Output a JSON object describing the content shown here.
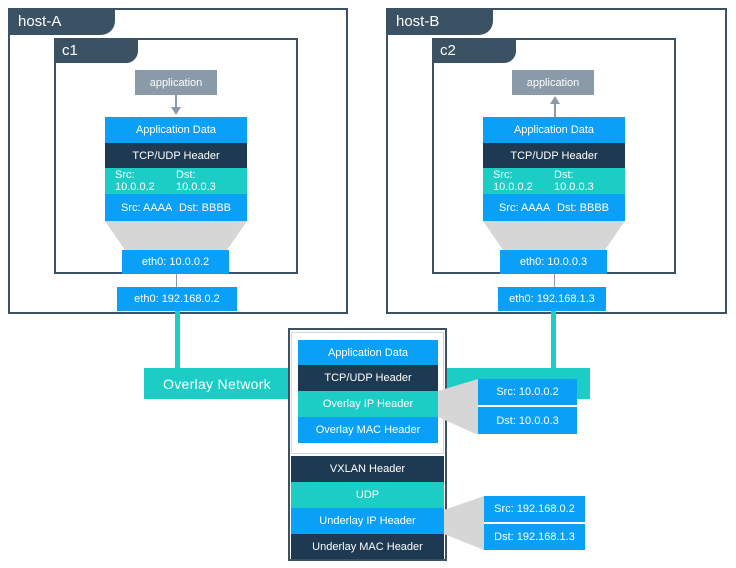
{
  "hostA": {
    "title": "host-A",
    "container": {
      "title": "c1",
      "app_label": "application",
      "stack": {
        "app_data": "Application Data",
        "tcp_udp": "TCP/UDP Header",
        "ip_src": "Src: 10.0.0.2",
        "ip_dst": "Dst: 10.0.0.3",
        "mac_src": "Src: AAAA",
        "mac_dst": "Dst: BBBB"
      },
      "eth0": "eth0: 10.0.0.2"
    },
    "eth0": "eth0: 192.168.0.2"
  },
  "hostB": {
    "title": "host-B",
    "container": {
      "title": "c2",
      "app_label": "application",
      "stack": {
        "app_data": "Application Data",
        "tcp_udp": "TCP/UDP Header",
        "ip_src": "Src: 10.0.0.2",
        "ip_dst": "Dst: 10.0.0.3",
        "mac_src": "Src: AAAA",
        "mac_dst": "Dst: BBBB"
      },
      "eth0": "eth0: 10.0.0.3"
    },
    "eth0": "eth0: 192.168.1.3"
  },
  "overlay_network_label": "Overlay Network",
  "packet": {
    "app_data": "Application Data",
    "tcp_udp": "TCP/UDP Header",
    "overlay_ip": "Overlay IP Header",
    "overlay_mac": "Overlay MAC Header",
    "vxlan": "VXLAN Header",
    "udp": "UDP",
    "underlay_ip": "Underlay IP Header",
    "underlay_mac": "Underlay MAC Header"
  },
  "overlay_ip_callout": {
    "src": "Src: 10.0.0.2",
    "dst": "Dst: 10.0.0.3"
  },
  "underlay_ip_callout": {
    "src": "Src: 192.168.0.2",
    "dst": "Dst: 192.168.1.3"
  }
}
